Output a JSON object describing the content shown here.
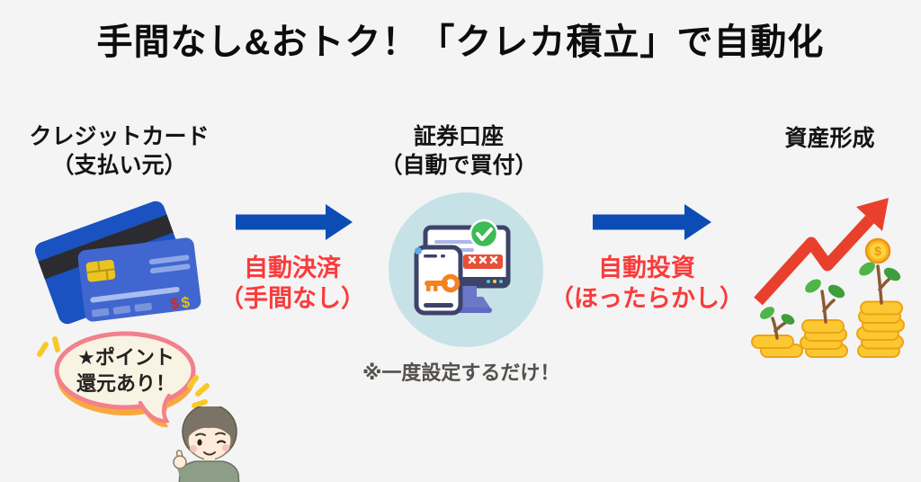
{
  "title": "手間なし&おトク！「クレカ積立」で自動化",
  "steps": [
    {
      "heading": "クレジットカード",
      "subheading": "（支払い元）",
      "icon": "credit-cards-icon"
    },
    {
      "heading": "証券口座",
      "subheading": "（自動で買付）",
      "icon": "securities-account-icon"
    },
    {
      "heading": "資産形成",
      "subheading": "",
      "icon": "asset-growth-icon"
    }
  ],
  "transitions": [
    {
      "label": "自動決済",
      "sublabel": "（手間なし）",
      "icon": "blue-arrow-right-icon"
    },
    {
      "label": "自動投資",
      "sublabel": "（ほったらかし）",
      "icon": "blue-arrow-right-icon"
    }
  ],
  "note": "※一度設定するだけ！",
  "speech_bubble": {
    "line1": "★ポイント",
    "line2": "還元あり！"
  },
  "glyphs": {
    "dollar": "$"
  },
  "colors": {
    "background": "#f4f4f5",
    "arrow_blue": "#0b4db5",
    "accent_red": "#fa3b3b",
    "note_gray": "#54504a",
    "bubble_border": "#f2808d",
    "bubble_fill": "#f9f3e3",
    "bubble_shadow": "#f9a93c",
    "circle_teal": "#c6e2e6",
    "coin_gold": "#fbc831",
    "growth_arrow_red": "#e8402d"
  }
}
